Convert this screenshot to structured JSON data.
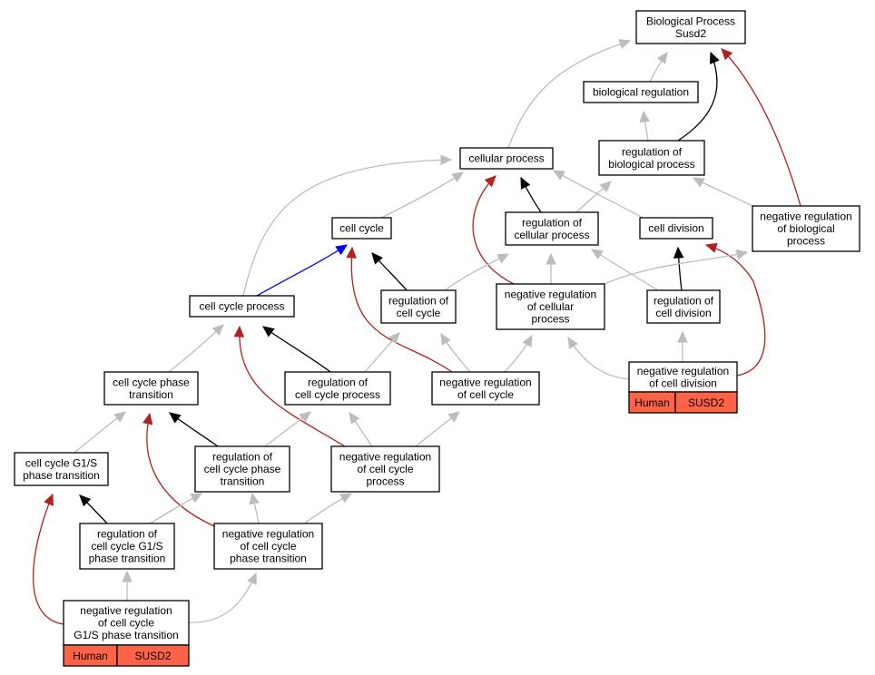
{
  "colors": {
    "is_a": "#bdbdbd",
    "part_of": "#0000ff",
    "regulates": "#000000",
    "negatively_regulates": "#b22222",
    "annotation_fill": "#ff6347"
  },
  "nodes": {
    "bp_root": [
      "Biological Process",
      "Susd2"
    ],
    "biological_regulation": [
      "biological regulation"
    ],
    "cellular_process": [
      "cellular process"
    ],
    "regulation_of_biological_process": [
      "regulation of",
      "biological process"
    ],
    "cell_cycle": [
      "cell cycle"
    ],
    "regulation_of_cellular_process": [
      "regulation of",
      "cellular process"
    ],
    "cell_division": [
      "cell division"
    ],
    "negative_regulation_of_biological_process": [
      "negative regulation",
      "of biological",
      "process"
    ],
    "cell_cycle_process": [
      "cell cycle process"
    ],
    "regulation_of_cell_cycle": [
      "regulation of",
      "cell cycle"
    ],
    "negative_regulation_of_cellular_process": [
      "negative regulation",
      "of cellular",
      "process"
    ],
    "regulation_of_cell_division": [
      "regulation of",
      "cell division"
    ],
    "cell_cycle_phase_transition": [
      "cell cycle phase",
      "transition"
    ],
    "regulation_of_cell_cycle_process": [
      "regulation of",
      "cell cycle process"
    ],
    "negative_regulation_of_cell_cycle": [
      "negative regulation",
      "of cell cycle"
    ],
    "negative_regulation_of_cell_division": [
      "negative regulation",
      "of cell division"
    ],
    "cell_cycle_g1s_phase_transition": [
      "cell cycle G1/S",
      "phase transition"
    ],
    "regulation_of_cell_cycle_phase_transition": [
      "regulation of",
      "cell cycle phase",
      "transition"
    ],
    "negative_regulation_of_cell_cycle_process": [
      "negative regulation",
      "of cell cycle",
      "process"
    ],
    "regulation_of_cell_cycle_g1s_phase_transition": [
      "regulation of",
      "cell cycle G1/S",
      "phase transition"
    ],
    "negative_regulation_of_cell_cycle_phase_transition": [
      "negative regulation",
      "of cell cycle",
      "phase transition"
    ],
    "negative_regulation_of_cell_cycle_g1s_phase_transition": [
      "negative regulation",
      "of cell cycle",
      "G1/S phase transition"
    ]
  },
  "annotations": {
    "negative_regulation_of_cell_division": [
      "Human",
      "SUSD2"
    ],
    "negative_regulation_of_cell_cycle_g1s_phase_transition": [
      "Human",
      "SUSD2"
    ]
  },
  "edges": [
    {
      "from": "biological_regulation",
      "to": "bp_root",
      "type": "is_a"
    },
    {
      "from": "cellular_process",
      "to": "bp_root",
      "type": "is_a"
    },
    {
      "from": "regulation_of_biological_process",
      "to": "bp_root",
      "type": "regulates"
    },
    {
      "from": "negative_regulation_of_biological_process",
      "to": "bp_root",
      "type": "negatively_regulates"
    },
    {
      "from": "regulation_of_biological_process",
      "to": "biological_regulation",
      "type": "is_a"
    },
    {
      "from": "regulation_of_cellular_process",
      "to": "cellular_process",
      "type": "regulates"
    },
    {
      "from": "negative_regulation_of_cellular_process",
      "to": "cellular_process",
      "type": "negatively_regulates"
    },
    {
      "from": "cell_cycle",
      "to": "cellular_process",
      "type": "is_a"
    },
    {
      "from": "cell_division",
      "to": "cellular_process",
      "type": "is_a"
    },
    {
      "from": "cell_cycle_process",
      "to": "cellular_process",
      "type": "is_a"
    },
    {
      "from": "regulation_of_cellular_process",
      "to": "regulation_of_biological_process",
      "type": "is_a"
    },
    {
      "from": "negative_regulation_of_biological_process",
      "to": "regulation_of_biological_process",
      "type": "is_a"
    },
    {
      "from": "cell_cycle_process",
      "to": "cell_cycle",
      "type": "part_of"
    },
    {
      "from": "regulation_of_cell_cycle",
      "to": "cell_cycle",
      "type": "regulates"
    },
    {
      "from": "negative_regulation_of_cell_cycle",
      "to": "cell_cycle",
      "type": "negatively_regulates"
    },
    {
      "from": "regulation_of_cell_cycle",
      "to": "regulation_of_cellular_process",
      "type": "is_a"
    },
    {
      "from": "negative_regulation_of_cellular_process",
      "to": "regulation_of_cellular_process",
      "type": "is_a"
    },
    {
      "from": "regulation_of_cell_division",
      "to": "regulation_of_cellular_process",
      "type": "is_a"
    },
    {
      "from": "regulation_of_cell_division",
      "to": "cell_division",
      "type": "regulates"
    },
    {
      "from": "negative_regulation_of_cell_division",
      "to": "cell_division",
      "type": "negatively_regulates"
    },
    {
      "from": "negative_regulation_of_cellular_process",
      "to": "negative_regulation_of_biological_process",
      "type": "is_a"
    },
    {
      "from": "cell_cycle_phase_transition",
      "to": "cell_cycle_process",
      "type": "is_a"
    },
    {
      "from": "regulation_of_cell_cycle_process",
      "to": "cell_cycle_process",
      "type": "regulates"
    },
    {
      "from": "negative_regulation_of_cell_cycle_process",
      "to": "cell_cycle_process",
      "type": "negatively_regulates"
    },
    {
      "from": "regulation_of_cell_cycle_process",
      "to": "regulation_of_cell_cycle",
      "type": "is_a"
    },
    {
      "from": "negative_regulation_of_cell_cycle",
      "to": "regulation_of_cell_cycle",
      "type": "is_a"
    },
    {
      "from": "negative_regulation_of_cell_cycle",
      "to": "negative_regulation_of_cellular_process",
      "type": "is_a"
    },
    {
      "from": "negative_regulation_of_cell_division",
      "to": "negative_regulation_of_cellular_process",
      "type": "is_a"
    },
    {
      "from": "negative_regulation_of_cell_division",
      "to": "regulation_of_cell_division",
      "type": "is_a"
    },
    {
      "from": "cell_cycle_g1s_phase_transition",
      "to": "cell_cycle_phase_transition",
      "type": "is_a"
    },
    {
      "from": "regulation_of_cell_cycle_phase_transition",
      "to": "cell_cycle_phase_transition",
      "type": "regulates"
    },
    {
      "from": "negative_regulation_of_cell_cycle_phase_transition",
      "to": "cell_cycle_phase_transition",
      "type": "negatively_regulates"
    },
    {
      "from": "regulation_of_cell_cycle_phase_transition",
      "to": "regulation_of_cell_cycle_process",
      "type": "is_a"
    },
    {
      "from": "negative_regulation_of_cell_cycle_process",
      "to": "regulation_of_cell_cycle_process",
      "type": "is_a"
    },
    {
      "from": "negative_regulation_of_cell_cycle_process",
      "to": "negative_regulation_of_cell_cycle",
      "type": "is_a"
    },
    {
      "from": "regulation_of_cell_cycle_g1s_phase_transition",
      "to": "cell_cycle_g1s_phase_transition",
      "type": "regulates"
    },
    {
      "from": "negative_regulation_of_cell_cycle_g1s_phase_transition",
      "to": "cell_cycle_g1s_phase_transition",
      "type": "negatively_regulates"
    },
    {
      "from": "regulation_of_cell_cycle_g1s_phase_transition",
      "to": "regulation_of_cell_cycle_phase_transition",
      "type": "is_a"
    },
    {
      "from": "negative_regulation_of_cell_cycle_phase_transition",
      "to": "regulation_of_cell_cycle_phase_transition",
      "type": "is_a"
    },
    {
      "from": "negative_regulation_of_cell_cycle_phase_transition",
      "to": "negative_regulation_of_cell_cycle_process",
      "type": "is_a"
    },
    {
      "from": "negative_regulation_of_cell_cycle_g1s_phase_transition",
      "to": "regulation_of_cell_cycle_g1s_phase_transition",
      "type": "is_a"
    },
    {
      "from": "negative_regulation_of_cell_cycle_g1s_phase_transition",
      "to": "negative_regulation_of_cell_cycle_phase_transition",
      "type": "is_a"
    }
  ]
}
